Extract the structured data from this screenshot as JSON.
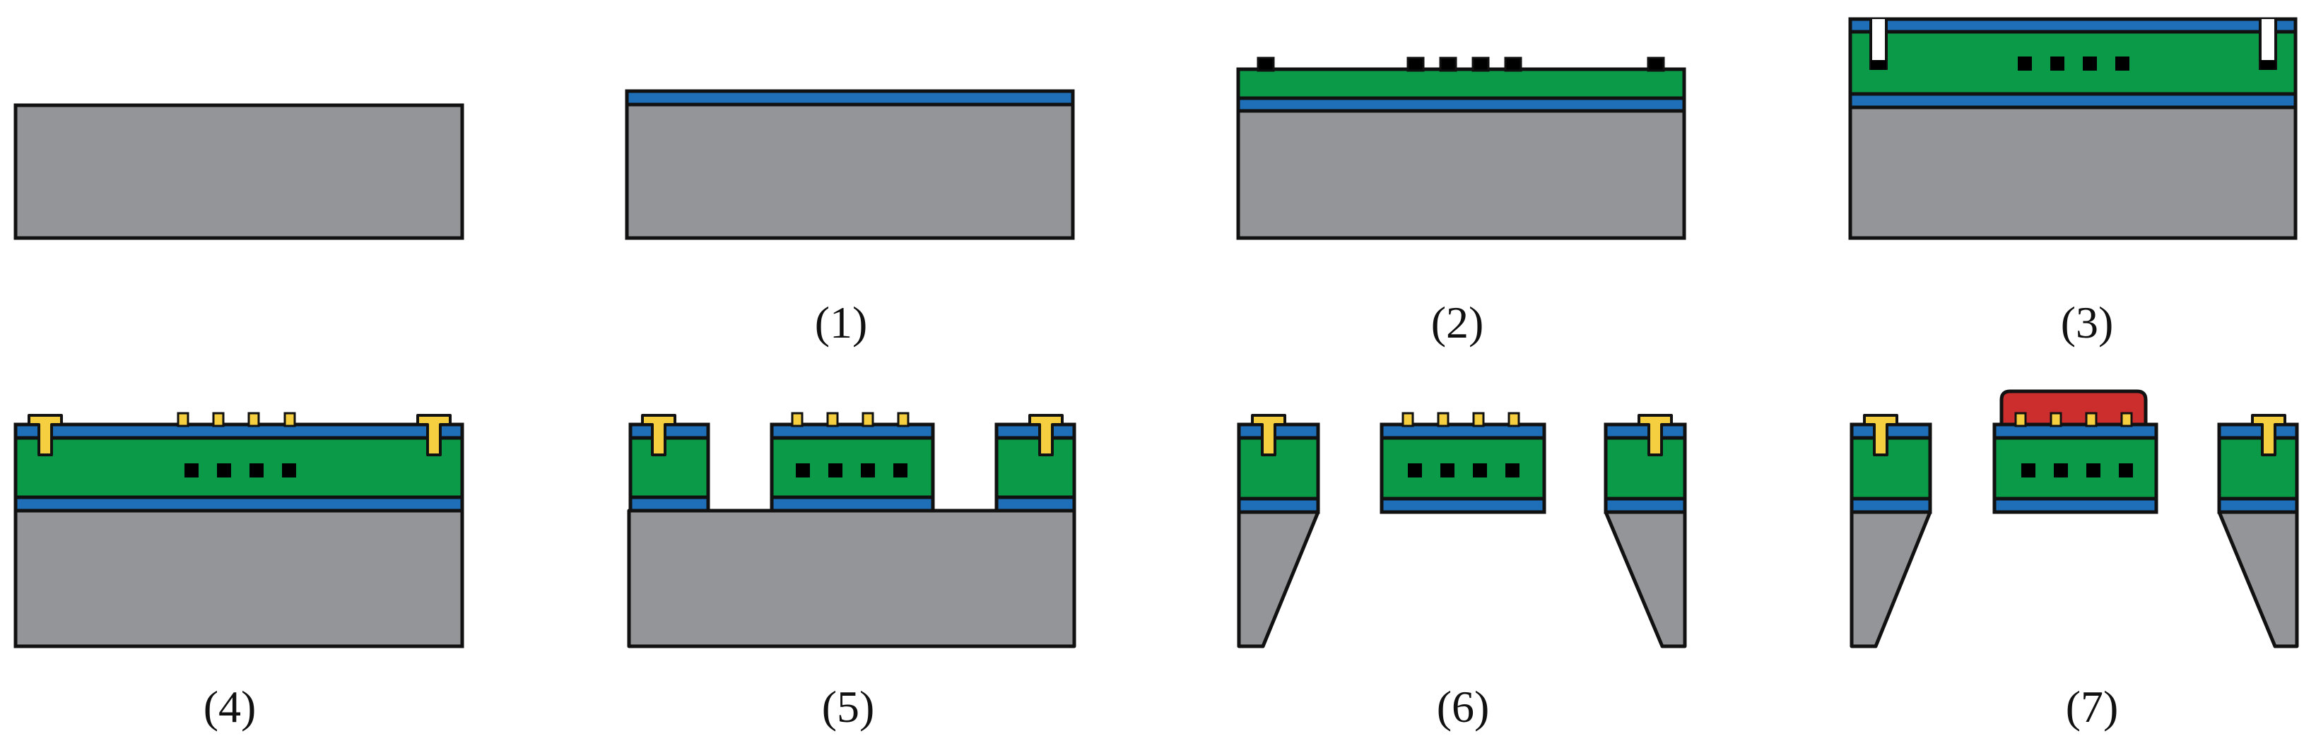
{
  "colors": {
    "substrate": "#939598",
    "oxide": "#1f6fb8",
    "polymer": "#0a9a48",
    "metal": "#f5cf3f",
    "electrode": "#000000",
    "cap": "#cc2e2e",
    "outline": "#111111"
  },
  "labels": [
    "(1)",
    "(2)",
    "(3)",
    "(4)",
    "(5)",
    "(6)",
    "(7)"
  ]
}
